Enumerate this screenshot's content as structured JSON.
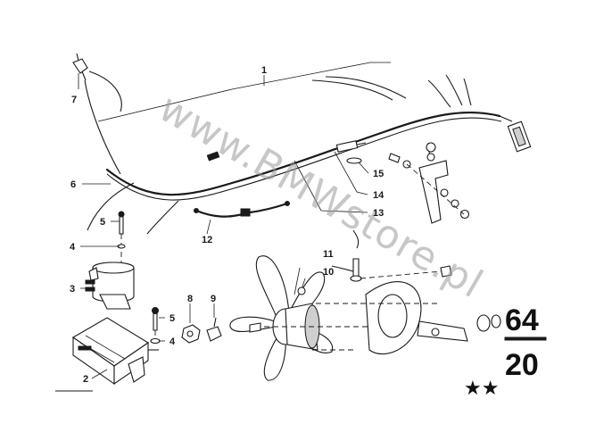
{
  "callouts": {
    "c1": "1",
    "c2": "2",
    "c3": "3",
    "c4a": "4",
    "c4b": "4",
    "c5a": "5",
    "c5b": "5",
    "c6": "6",
    "c7": "7",
    "c8": "8",
    "c9": "9",
    "c10": "10",
    "c11": "11",
    "c12": "12",
    "c13": "13",
    "c14": "14",
    "c15": "15"
  },
  "group": {
    "main": "64",
    "sub": "20"
  },
  "stars": "★★",
  "watermark": "www.BMWstore.pl"
}
